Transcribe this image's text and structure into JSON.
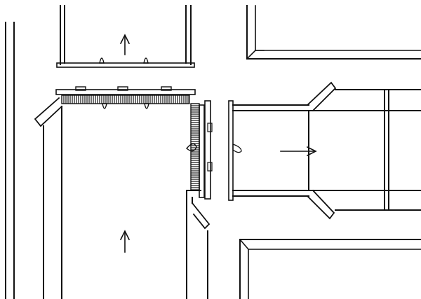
{
  "style": {
    "ink": "#111111",
    "paper": "#ffffff",
    "hatch": "#333333"
  },
  "elements": {
    "left_lines": "parallel-boundary-lines",
    "top_entry": "top-entry-channel",
    "top_arrow": "arrow-up-icon",
    "lower_arrow": "arrow-up-icon",
    "right_arrow": "arrow-right-icon",
    "right_exit": "right-exit-channel",
    "corner_unit": "hatched-corner-assembly",
    "upper_right_block": "corner-block-upper-right",
    "lower_right_block": "corner-block-lower-right"
  }
}
